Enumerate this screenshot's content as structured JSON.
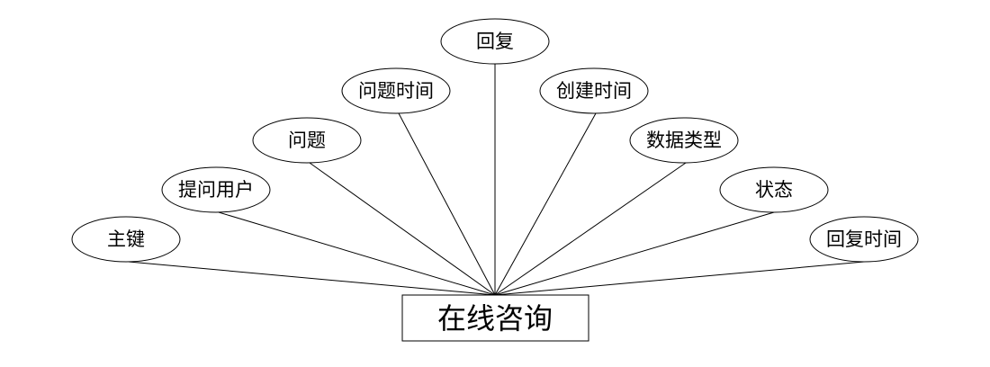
{
  "entity": {
    "label": "在线咨询"
  },
  "attributes": [
    {
      "id": "primary-key",
      "label": "主键"
    },
    {
      "id": "asker",
      "label": "提问用户"
    },
    {
      "id": "question",
      "label": "问题"
    },
    {
      "id": "question-time",
      "label": "问题时间"
    },
    {
      "id": "reply",
      "label": "回复"
    },
    {
      "id": "create-time",
      "label": "创建时间"
    },
    {
      "id": "data-type",
      "label": "数据类型"
    },
    {
      "id": "status",
      "label": "状态"
    },
    {
      "id": "reply-time",
      "label": "回复时间"
    }
  ]
}
